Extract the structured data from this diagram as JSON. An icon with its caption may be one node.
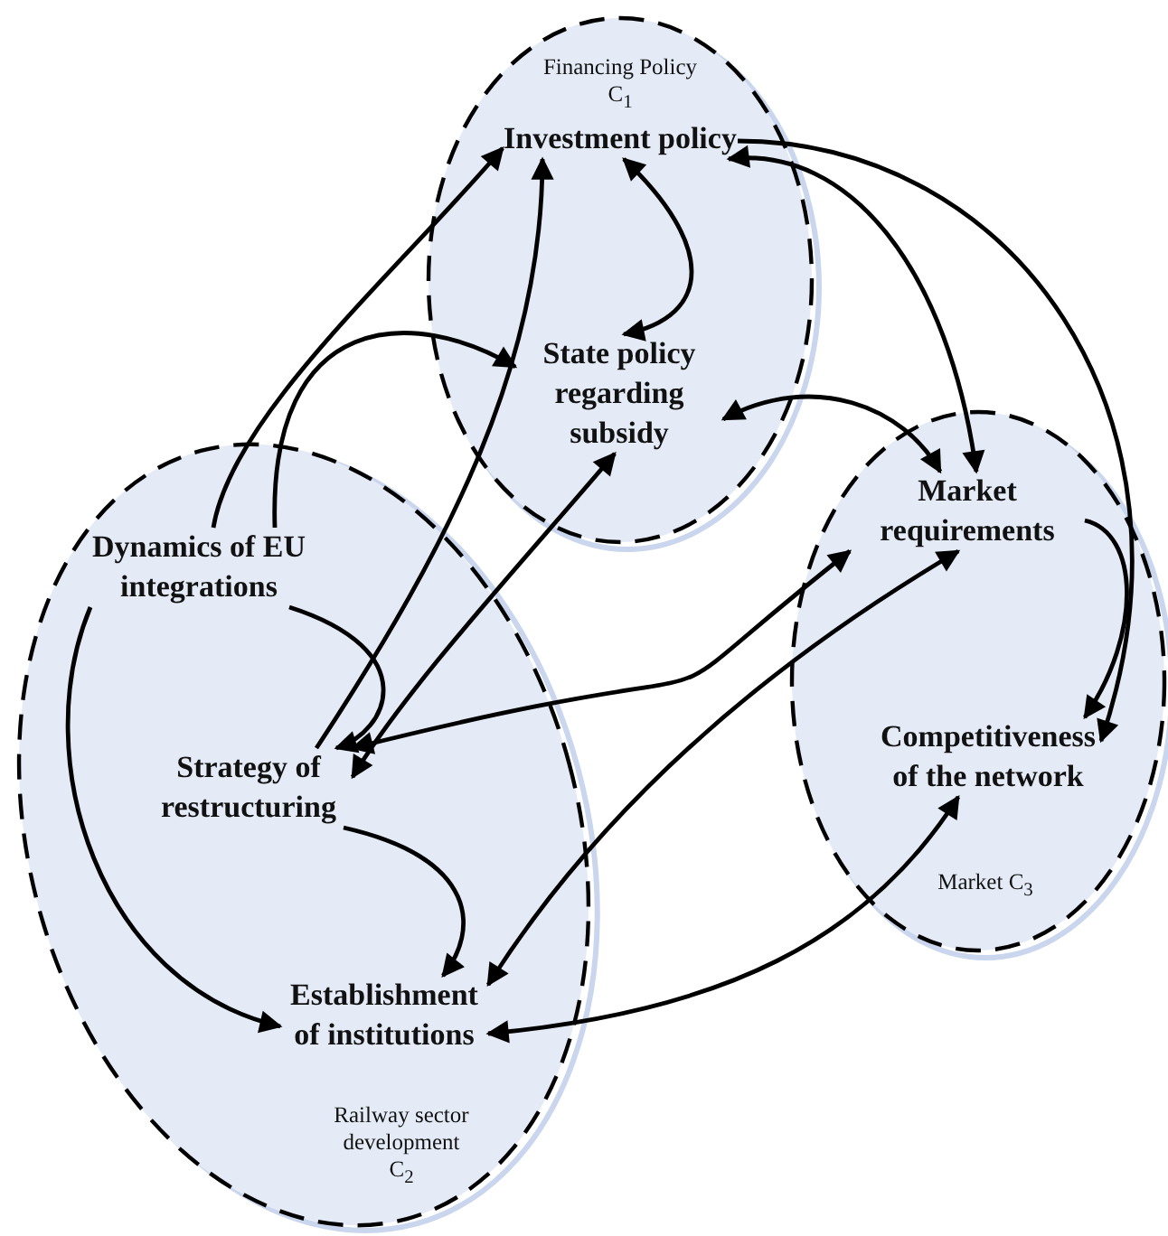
{
  "diagram": {
    "nodes": [
      {
        "text": [
          "Financing Policy C$_{1}$"
        ]
      },
      {
        "text": [
          "Investment policy"
        ],
        "in": 0
      },
      {
        "text": [
          "State policy regarding subsidy"
        ],
        "in": 0
      },
      {
        "text": [
          "Railway sector development C$_{2}$"
        ]
      },
      {
        "text": [
          "Dynamics of EU integrations"
        ],
        "in": 3
      },
      {
        "text": [
          "Strategy of restructuring"
        ],
        "in": 3
      },
      {
        "text": [
          "Establishment of institutions"
        ],
        "in": 3
      },
      {
        "text": [
          "Market C$_{3}$"
        ]
      },
      {
        "text": [
          "Market requirements"
        ],
        "in": 7
      },
      {
        "text": [
          "Competitiveness of the network"
        ],
        "in": 7
      }
    ],
    "edges": [
      {
        "from": 4,
        "to": 1,
        "arrow": "to"
      },
      {
        "from": 4,
        "to": 2,
        "arrow": "to"
      },
      {
        "from": 5,
        "to": 1,
        "arrow": "to"
      },
      {
        "from": 2,
        "to": 5,
        "arrow": "both"
      },
      {
        "from": 1,
        "to": 8,
        "arrow": "both"
      },
      {
        "from": 1,
        "to": 9,
        "arrow": "to"
      },
      {
        "from": 1,
        "to": 2,
        "arrow": "both"
      },
      {
        "from": 2,
        "to": 8,
        "arrow": "both"
      },
      {
        "from": 8,
        "to": 9,
        "arrow": "to"
      },
      {
        "from": 5,
        "to": 8,
        "arrow": "both"
      },
      {
        "from": 4,
        "to": 5,
        "arrow": "to"
      },
      {
        "from": 4,
        "to": 6,
        "arrow": "to"
      },
      {
        "from": 5,
        "to": 6,
        "arrow": "to"
      },
      {
        "from": 6,
        "to": 8,
        "arrow": "both"
      },
      {
        "from": 6,
        "to": 9,
        "arrow": "both"
      }
    ]
  }
}
